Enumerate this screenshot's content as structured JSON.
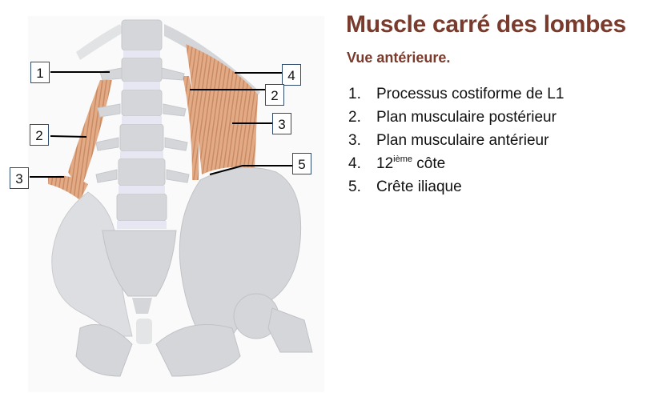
{
  "title": "Muscle carré des lombes",
  "subtitle": "Vue antérieure.",
  "legend": [
    {
      "num": "1.",
      "text": "Processus costiforme de L1"
    },
    {
      "num": "2.",
      "text": "Plan musculaire postérieur"
    },
    {
      "num": "3.",
      "text": "Plan musculaire antérieur"
    },
    {
      "num": "4.",
      "text": "12",
      "sup": "ième",
      "after": " côte"
    },
    {
      "num": "5.",
      "text": "Crête iliaque"
    }
  ],
  "labels": {
    "l1": "1",
    "l2_left": "2",
    "l3_left": "3",
    "l4": "4",
    "l2_right": "2",
    "l3_right": "3",
    "l5": "5"
  },
  "colors": {
    "title": "#7a3a2c",
    "bone": "#d4d6d9",
    "muscle": "#dea47f",
    "box_border": "#2f4b6e"
  }
}
